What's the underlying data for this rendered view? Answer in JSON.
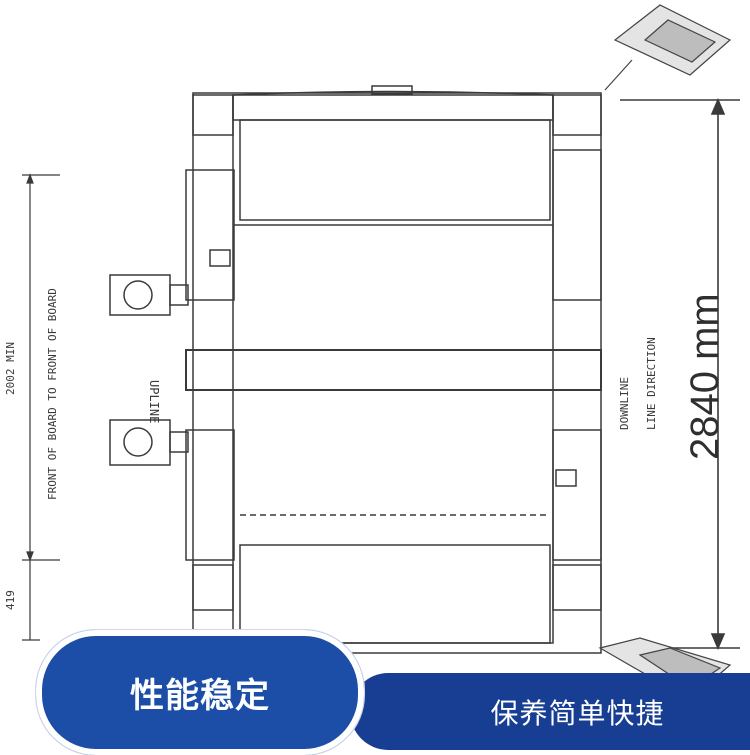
{
  "drawing": {
    "left_dimension_main": "2002 MIN",
    "left_dimension_sub": "FRONT OF BOARD TO FRONT OF BOARD",
    "left_dimension_small": "419",
    "upline_label": "UPLINE",
    "downline_label_1": "DOWNLINE",
    "downline_label_2": "LINE DIRECTION",
    "right_dimension": "2840 mm"
  },
  "badges": {
    "primary": "性能稳定",
    "secondary": "保养简单快捷"
  },
  "colors": {
    "primary_badge": "#1c4ea8",
    "secondary_badge": "#173e93",
    "line": "#3a3a3a"
  }
}
